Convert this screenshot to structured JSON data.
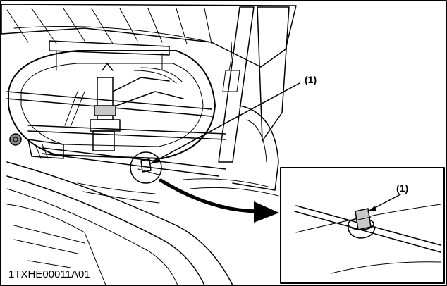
{
  "figure": {
    "callout_main": "(1)",
    "callout_detail": "(1)",
    "figure_id": "1TXHE00011A01"
  },
  "colors": {
    "line": "#000000",
    "shade": "#c8c8c8",
    "background": "#ffffff"
  }
}
